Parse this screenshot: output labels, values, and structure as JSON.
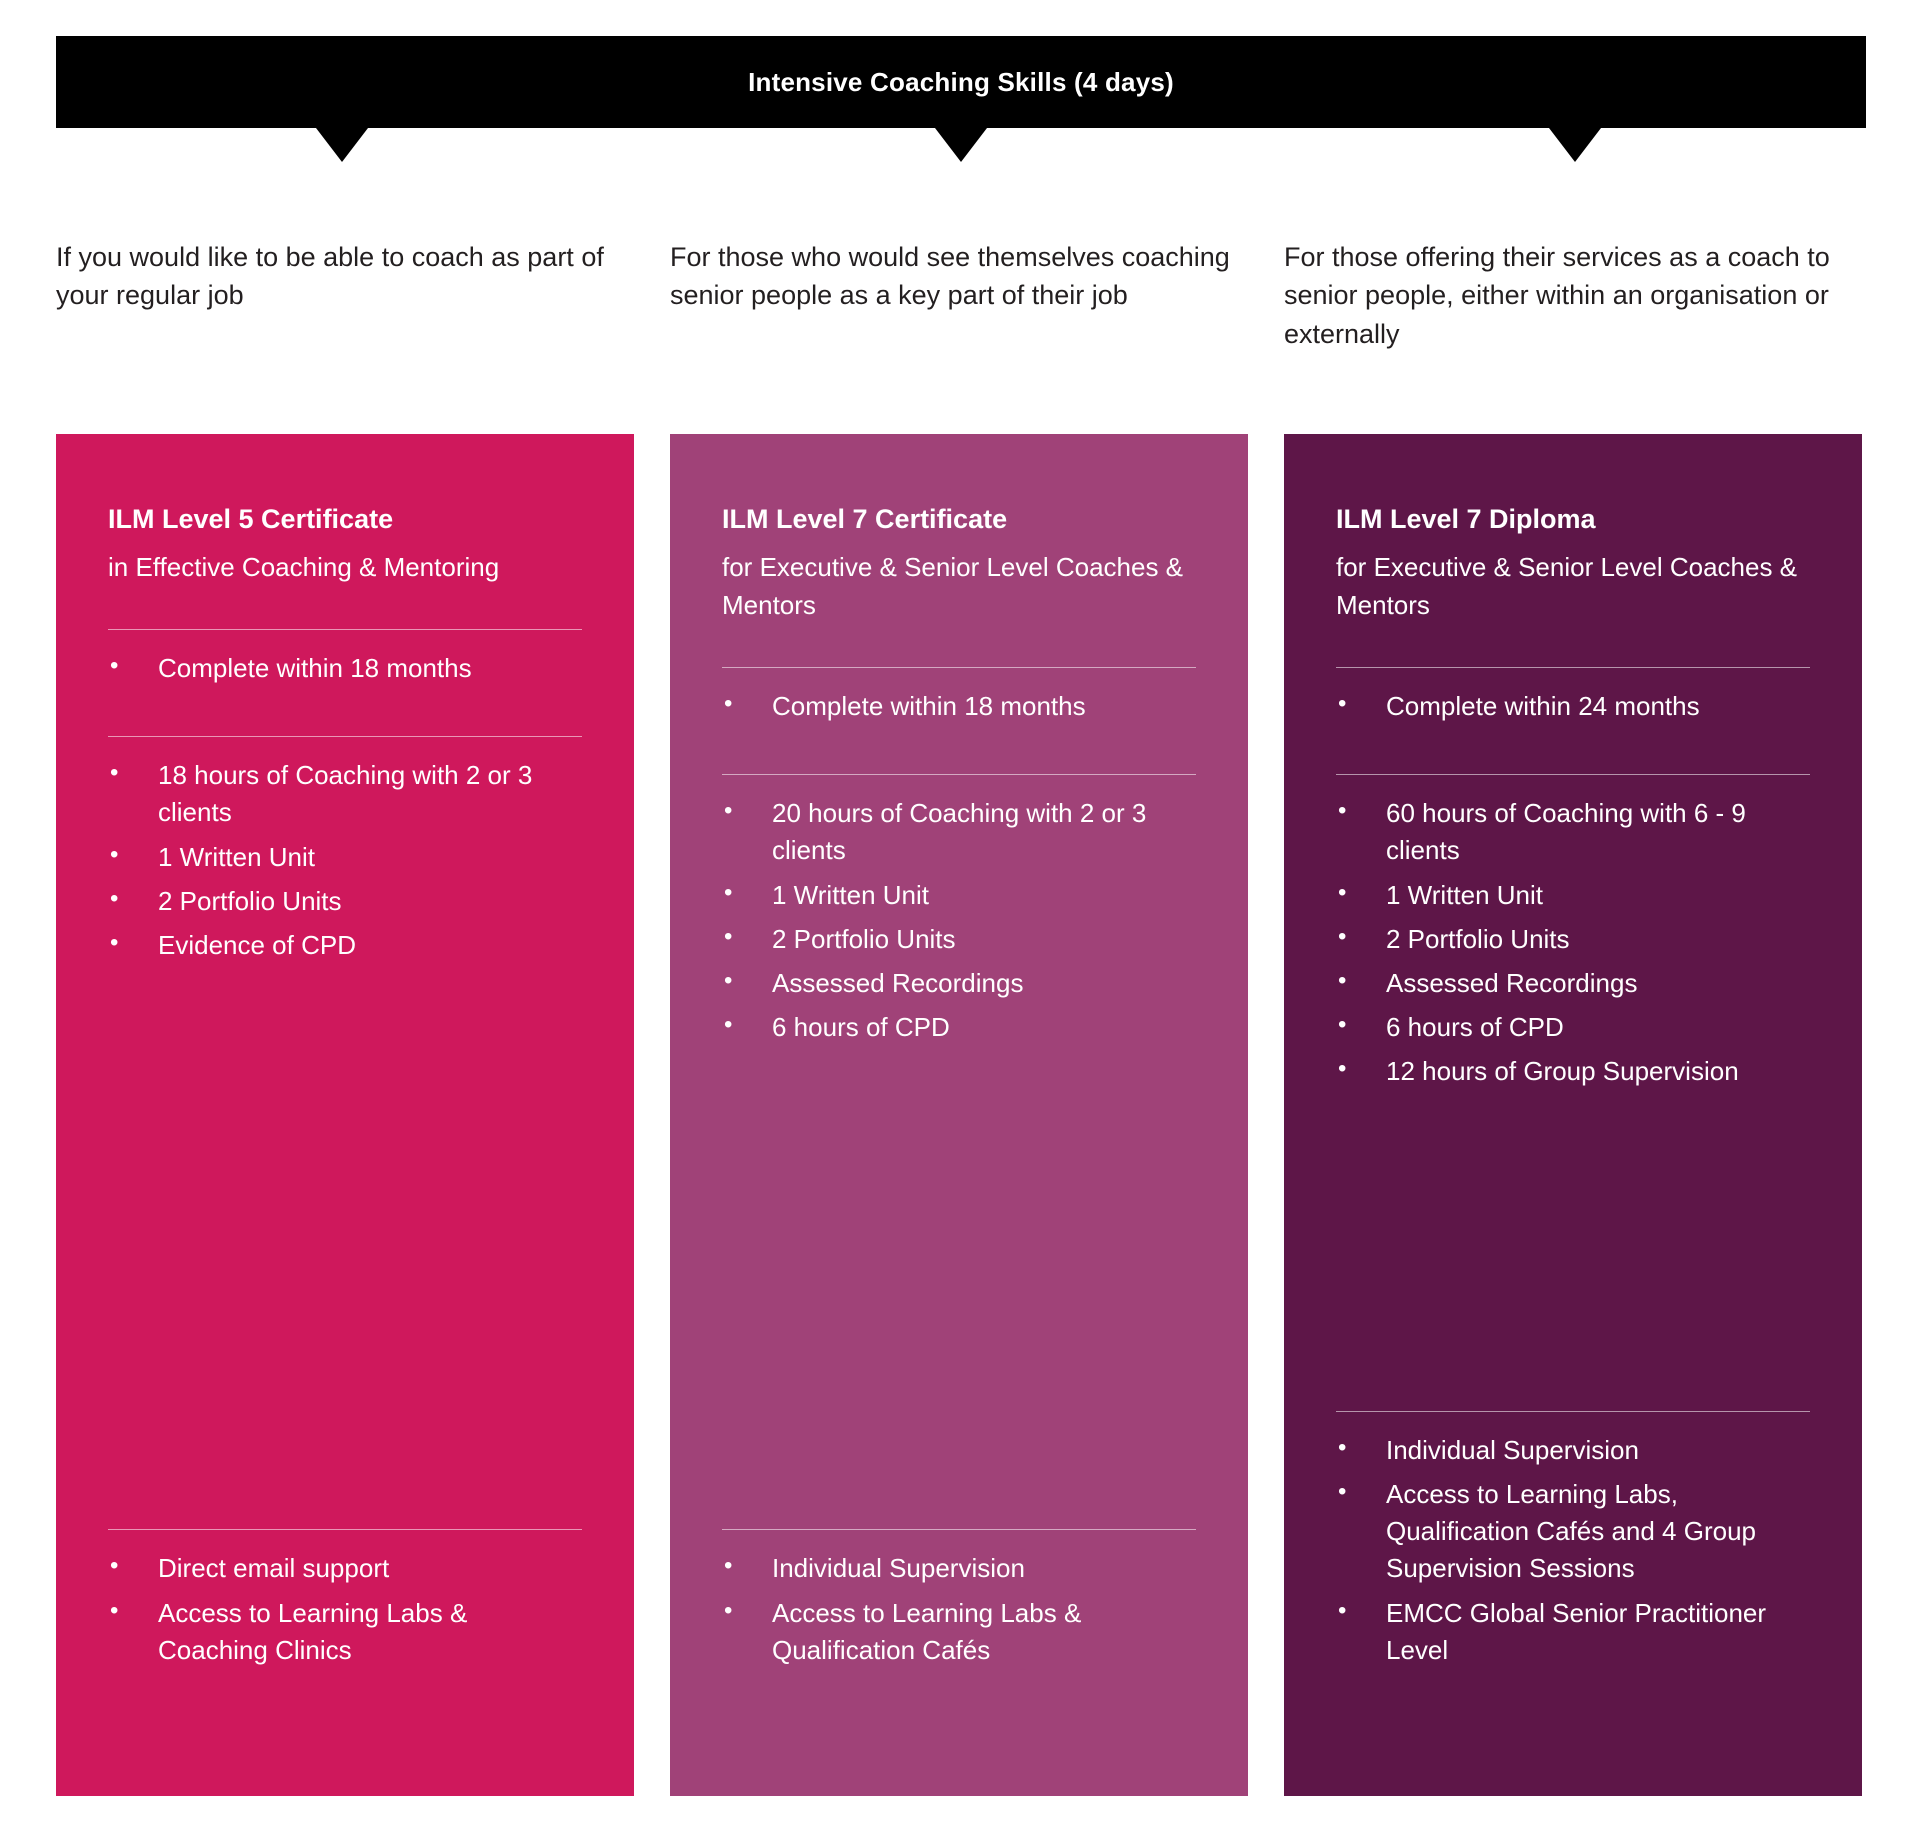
{
  "banner": {
    "title": "Intensive Coaching Skills (4 days)"
  },
  "descriptions": [
    "If you would like to be able to coach as part of your regular job",
    "For those who would see themselves coaching senior people as a key part of their job",
    "For those offering their services as a coach to senior people, either within an organisation or externally"
  ],
  "colors": {
    "banner_bg": "#000000",
    "card1_bg": "#cf185c",
    "card2_bg": "#a04278",
    "card3_bg": "#5e1648",
    "text_on_card": "#ffffff",
    "body_text": "#231f20"
  },
  "cards": [
    {
      "title": "ILM Level 5 Certificate",
      "subtitle": "in Effective Coaching & Mentoring",
      "duration": [
        "Complete within 18 months"
      ],
      "requirements": [
        "18 hours of Coaching with 2 or 3 clients",
        "1 Written Unit",
        "2 Portfolio Units",
        "Evidence of CPD"
      ],
      "support": [
        "Direct email support",
        "Access to Learning Labs & Coaching Clinics"
      ]
    },
    {
      "title": "ILM Level 7 Certificate",
      "subtitle": "for Executive & Senior Level Coaches & Mentors",
      "duration": [
        "Complete within 18 months"
      ],
      "requirements": [
        "20 hours of Coaching with 2 or 3 clients",
        "1 Written Unit",
        "2 Portfolio Units",
        "Assessed Recordings",
        "6 hours of CPD"
      ],
      "support": [
        "Individual Supervision",
        "Access to Learning Labs & Qualification Cafés"
      ]
    },
    {
      "title": "ILM Level 7 Diploma",
      "subtitle": "for Executive & Senior Level Coaches & Mentors",
      "duration": [
        "Complete within 24 months"
      ],
      "requirements": [
        "60 hours of Coaching with 6 - 9 clients",
        "1 Written Unit",
        "2 Portfolio Units",
        "Assessed Recordings",
        "6 hours of CPD",
        "12 hours of Group Supervision"
      ],
      "support": [
        "Individual Supervision",
        "Access to Learning Labs, Qualification Cafés and 4 Group Supervision Sessions",
        "EMCC Global Senior Practitioner Level"
      ]
    }
  ]
}
